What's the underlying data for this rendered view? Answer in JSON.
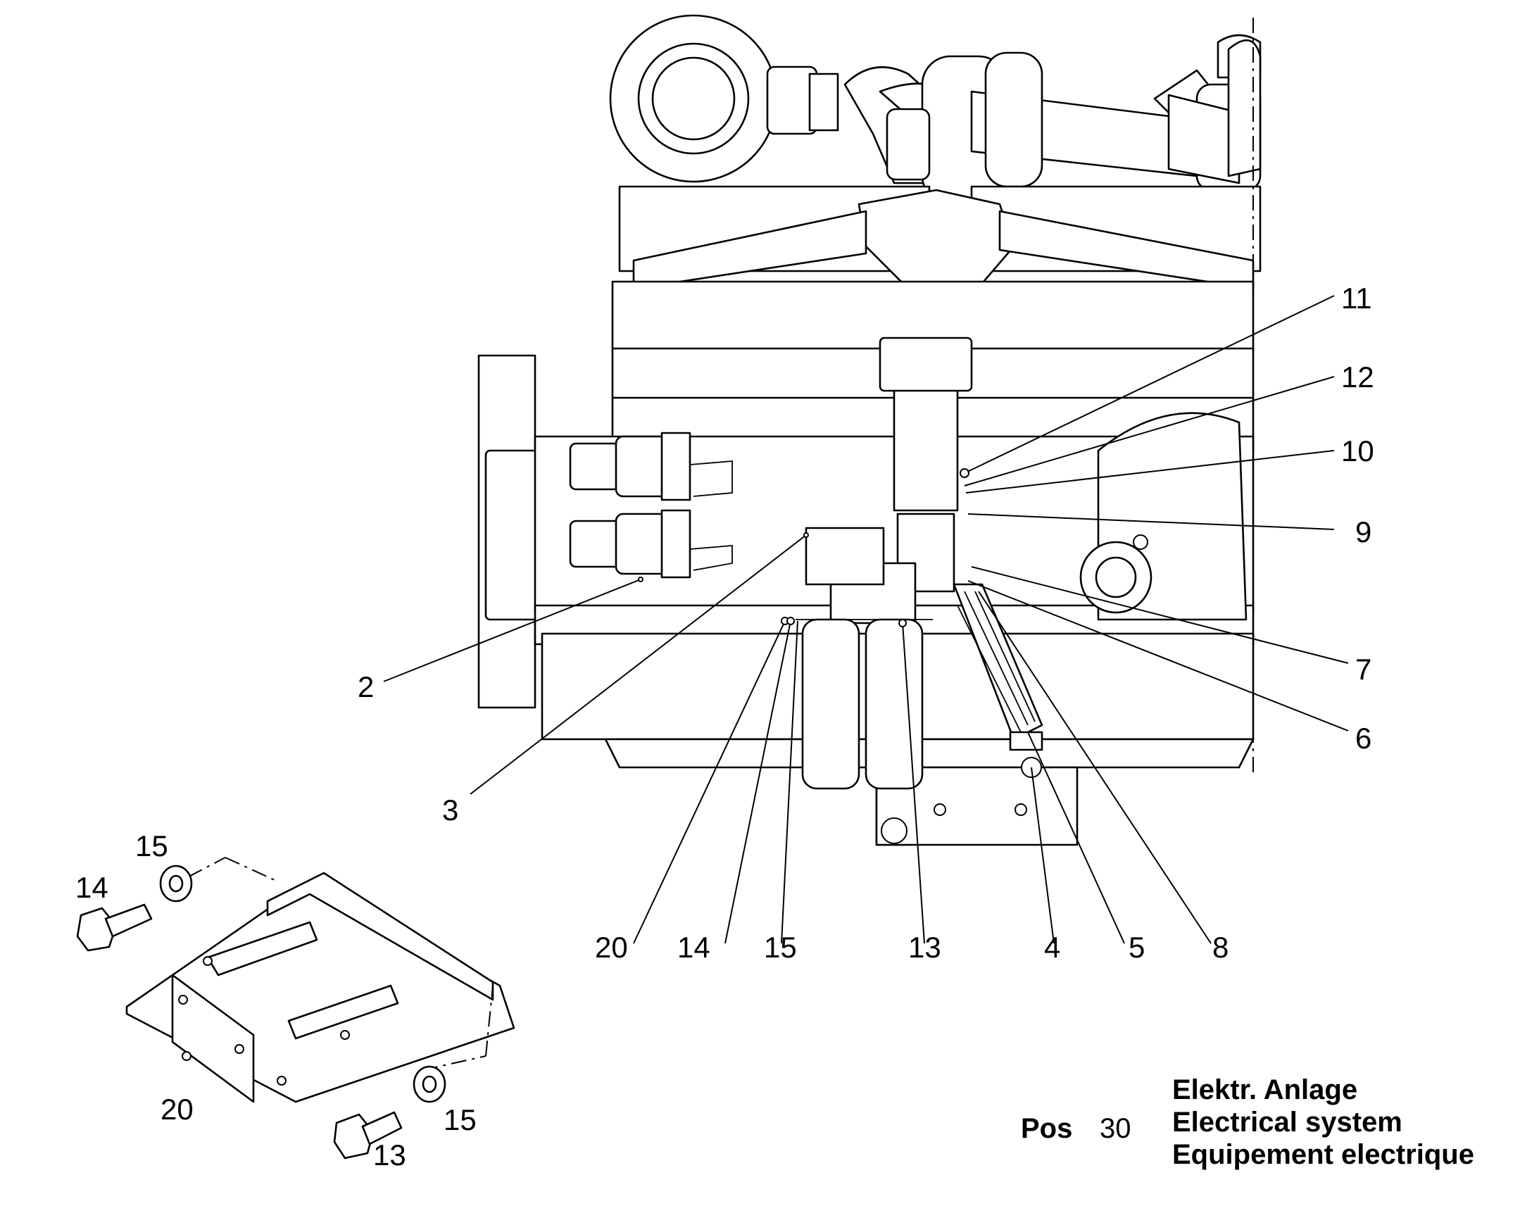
{
  "callouts": [
    {
      "id": "c2",
      "text": "2"
    },
    {
      "id": "c3",
      "text": "3"
    },
    {
      "id": "c4",
      "text": "4"
    },
    {
      "id": "c5",
      "text": "5"
    },
    {
      "id": "c6",
      "text": "6"
    },
    {
      "id": "c7",
      "text": "7"
    },
    {
      "id": "c8",
      "text": "8"
    },
    {
      "id": "c9",
      "text": "9"
    },
    {
      "id": "c10",
      "text": "10"
    },
    {
      "id": "c11",
      "text": "11"
    },
    {
      "id": "c12",
      "text": "12"
    },
    {
      "id": "c13",
      "text": "13"
    },
    {
      "id": "c14",
      "text": "14"
    },
    {
      "id": "c15",
      "text": "15"
    },
    {
      "id": "c20",
      "text": "20"
    },
    {
      "id": "d15a",
      "text": "15"
    },
    {
      "id": "d14",
      "text": "14"
    },
    {
      "id": "d20",
      "text": "20"
    },
    {
      "id": "d15b",
      "text": "15"
    },
    {
      "id": "d13",
      "text": "13"
    }
  ],
  "title_block": {
    "pos_label": "Pos",
    "pos_number": "30",
    "title_de": "Elektr. Anlage",
    "title_en": "Electrical system",
    "title_fr": "Equipement electrique"
  }
}
